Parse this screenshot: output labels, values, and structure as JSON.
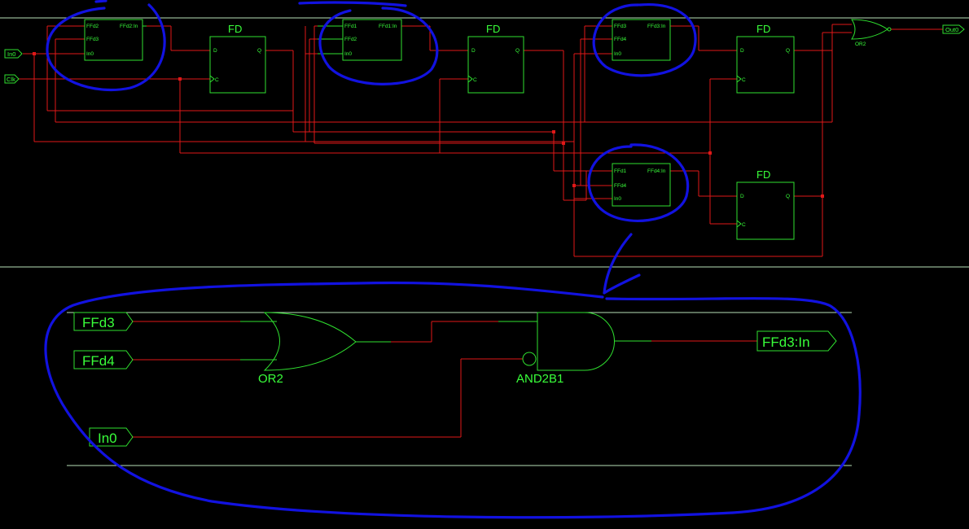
{
  "top": {
    "inputs": {
      "in0": "In0",
      "clk": "Clk"
    },
    "output": "Out0",
    "or_gate_label": "OR2",
    "ff_label": "FD",
    "ff_pins": {
      "d": "D",
      "q": "Q",
      "c": "C"
    },
    "blocks": [
      {
        "out": "FFd2:In",
        "pins": [
          "FFd2",
          "FFd3",
          "In0"
        ]
      },
      {
        "out": "FFd1:In",
        "pins": [
          "FFd1",
          "FFd2",
          "In0"
        ]
      },
      {
        "out": "FFd3:In",
        "pins": [
          "FFd3",
          "FFd4",
          "In0"
        ]
      },
      {
        "out": "FFd4:In",
        "pins": [
          "FFd1",
          "FFd4",
          "In0"
        ]
      }
    ]
  },
  "detail": {
    "inputs": [
      "FFd3",
      "FFd4",
      "In0"
    ],
    "output": "FFd3:In",
    "gates": {
      "or": "OR2",
      "and": "AND2B1"
    }
  },
  "colors": {
    "background": "#000000",
    "wire": "#e01818",
    "symbol": "#2fe02f",
    "text": "#39ff3a",
    "annotation": "#1212e0"
  }
}
